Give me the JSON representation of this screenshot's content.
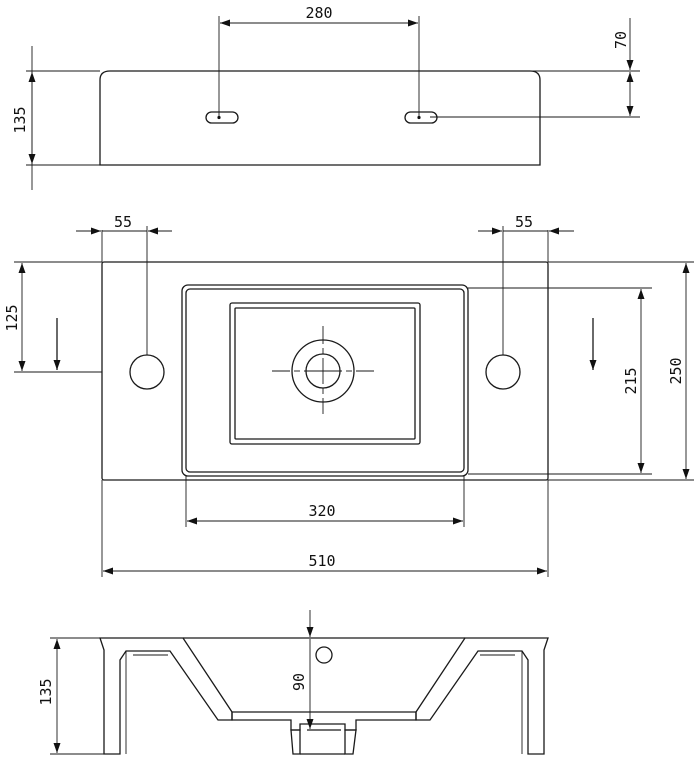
{
  "top_view": {
    "tap_hole_spacing": "280",
    "height": "135",
    "tap_hole_height": "70"
  },
  "front_view": {
    "left_overflow_offset": "55",
    "right_overflow_offset": "55",
    "overflow_height": "125",
    "inner_bowl_depth": "215",
    "total_depth": "250",
    "inner_bowl_width": "320",
    "total_width": "510"
  },
  "section_view": {
    "height": "135",
    "drain_depth": "90"
  }
}
